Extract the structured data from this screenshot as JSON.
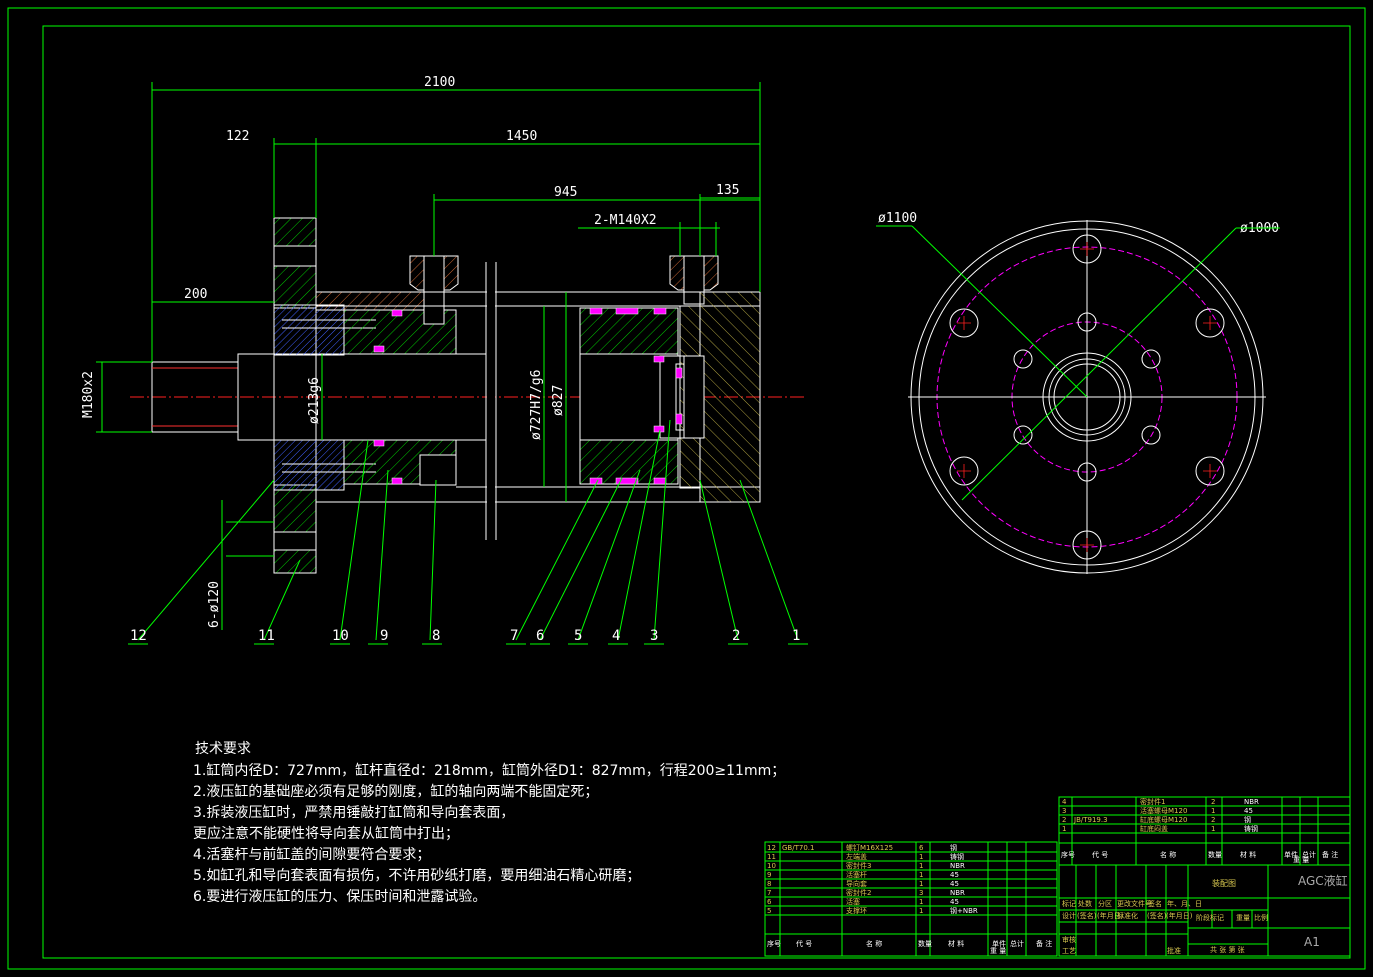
{
  "dimensions": {
    "overall": "2100",
    "flange": "122",
    "body": "1450",
    "port_span": "945",
    "rear": "135",
    "ports": "2-M140X2",
    "rod_ext": "200",
    "thread": "M180x2",
    "rod_dia": "ø213g6",
    "bore": "ø727H7/g6",
    "outer": "ø827",
    "holes": "6-ø120",
    "flange_od": "ø1100",
    "pcd": "ø1000"
  },
  "balloons": [
    "12",
    "11",
    "10",
    "9",
    "8",
    "7",
    "6",
    "5",
    "4",
    "3",
    "2",
    "1"
  ],
  "requirements": {
    "title": "技术要求",
    "items": [
      "1.缸筒内径D：727mm，缸杆直径d：218mm，缸筒外径D1：827mm，行程200≥11mm；",
      "2.液压缸的基础座必须有足够的刚度，缸的轴向两端不能固定死；",
      "3.拆装液压缸时，严禁用锤敲打缸筒和导向套表面，",
      "更应注意不能硬性将导向套从缸筒中打出；",
      "4.活塞杆与前缸盖的间隙要符合要求；",
      "5.如缸孔和导向套表面有损伤，不许用砂纸打磨，要用细油石精心研磨；",
      "6.要进行液压缸的压力、保压时间和泄露试验。"
    ]
  },
  "bom_left": {
    "rows": [
      [
        "12",
        "GB/T70.1",
        "螺钉M16X125",
        "6",
        "钢"
      ],
      [
        "11",
        "",
        "左端盖",
        "1",
        "铸钢"
      ],
      [
        "10",
        "",
        "密封件3",
        "1",
        "NBR"
      ],
      [
        "9",
        "",
        "活塞杆",
        "1",
        "45"
      ],
      [
        "8",
        "",
        "导向套",
        "1",
        "45"
      ],
      [
        "7",
        "",
        "密封件2",
        "3",
        "NBR"
      ],
      [
        "6",
        "",
        "活塞",
        "1",
        "45"
      ],
      [
        "5",
        "",
        "支撑环",
        "1",
        "钢+NBR"
      ]
    ],
    "header": [
      "序号",
      "代 号",
      "名 称",
      "数量",
      "材 料",
      "单件",
      "总计",
      "备 注"
    ],
    "weight": "重 量"
  },
  "bom_right": {
    "rows": [
      [
        "4",
        "",
        "密封件1",
        "2",
        "NBR"
      ],
      [
        "3",
        "",
        "活塞螺母M120",
        "1",
        "45"
      ],
      [
        "2",
        "JB/T919.3",
        "缸底螺母M120",
        "2",
        "钢"
      ],
      [
        "1",
        "",
        "缸底闷盖",
        "1",
        "铸钢"
      ]
    ],
    "header": [
      "序号",
      "代 号",
      "名 称",
      "数量",
      "材 料",
      "单件",
      "总计",
      "备 注"
    ],
    "weight": "重 量"
  },
  "title_block": {
    "drawing_name": "装配图",
    "product": "AGC液缸",
    "sheet": "A1",
    "sign_row1": [
      "标记",
      "处数",
      "分区",
      "更改文件号",
      "签名",
      "年、月、日"
    ],
    "sign_row2": [
      "设计",
      "(签名)",
      "(年月日)",
      "标准化",
      "(签名)",
      "(年月日)"
    ],
    "sign_row3": [
      "审核",
      "",
      "",
      "工艺",
      "批准"
    ],
    "stage": "阶段标记",
    "weight": "重量",
    "scale": "比例",
    "sheets": "共 张 第 张"
  }
}
